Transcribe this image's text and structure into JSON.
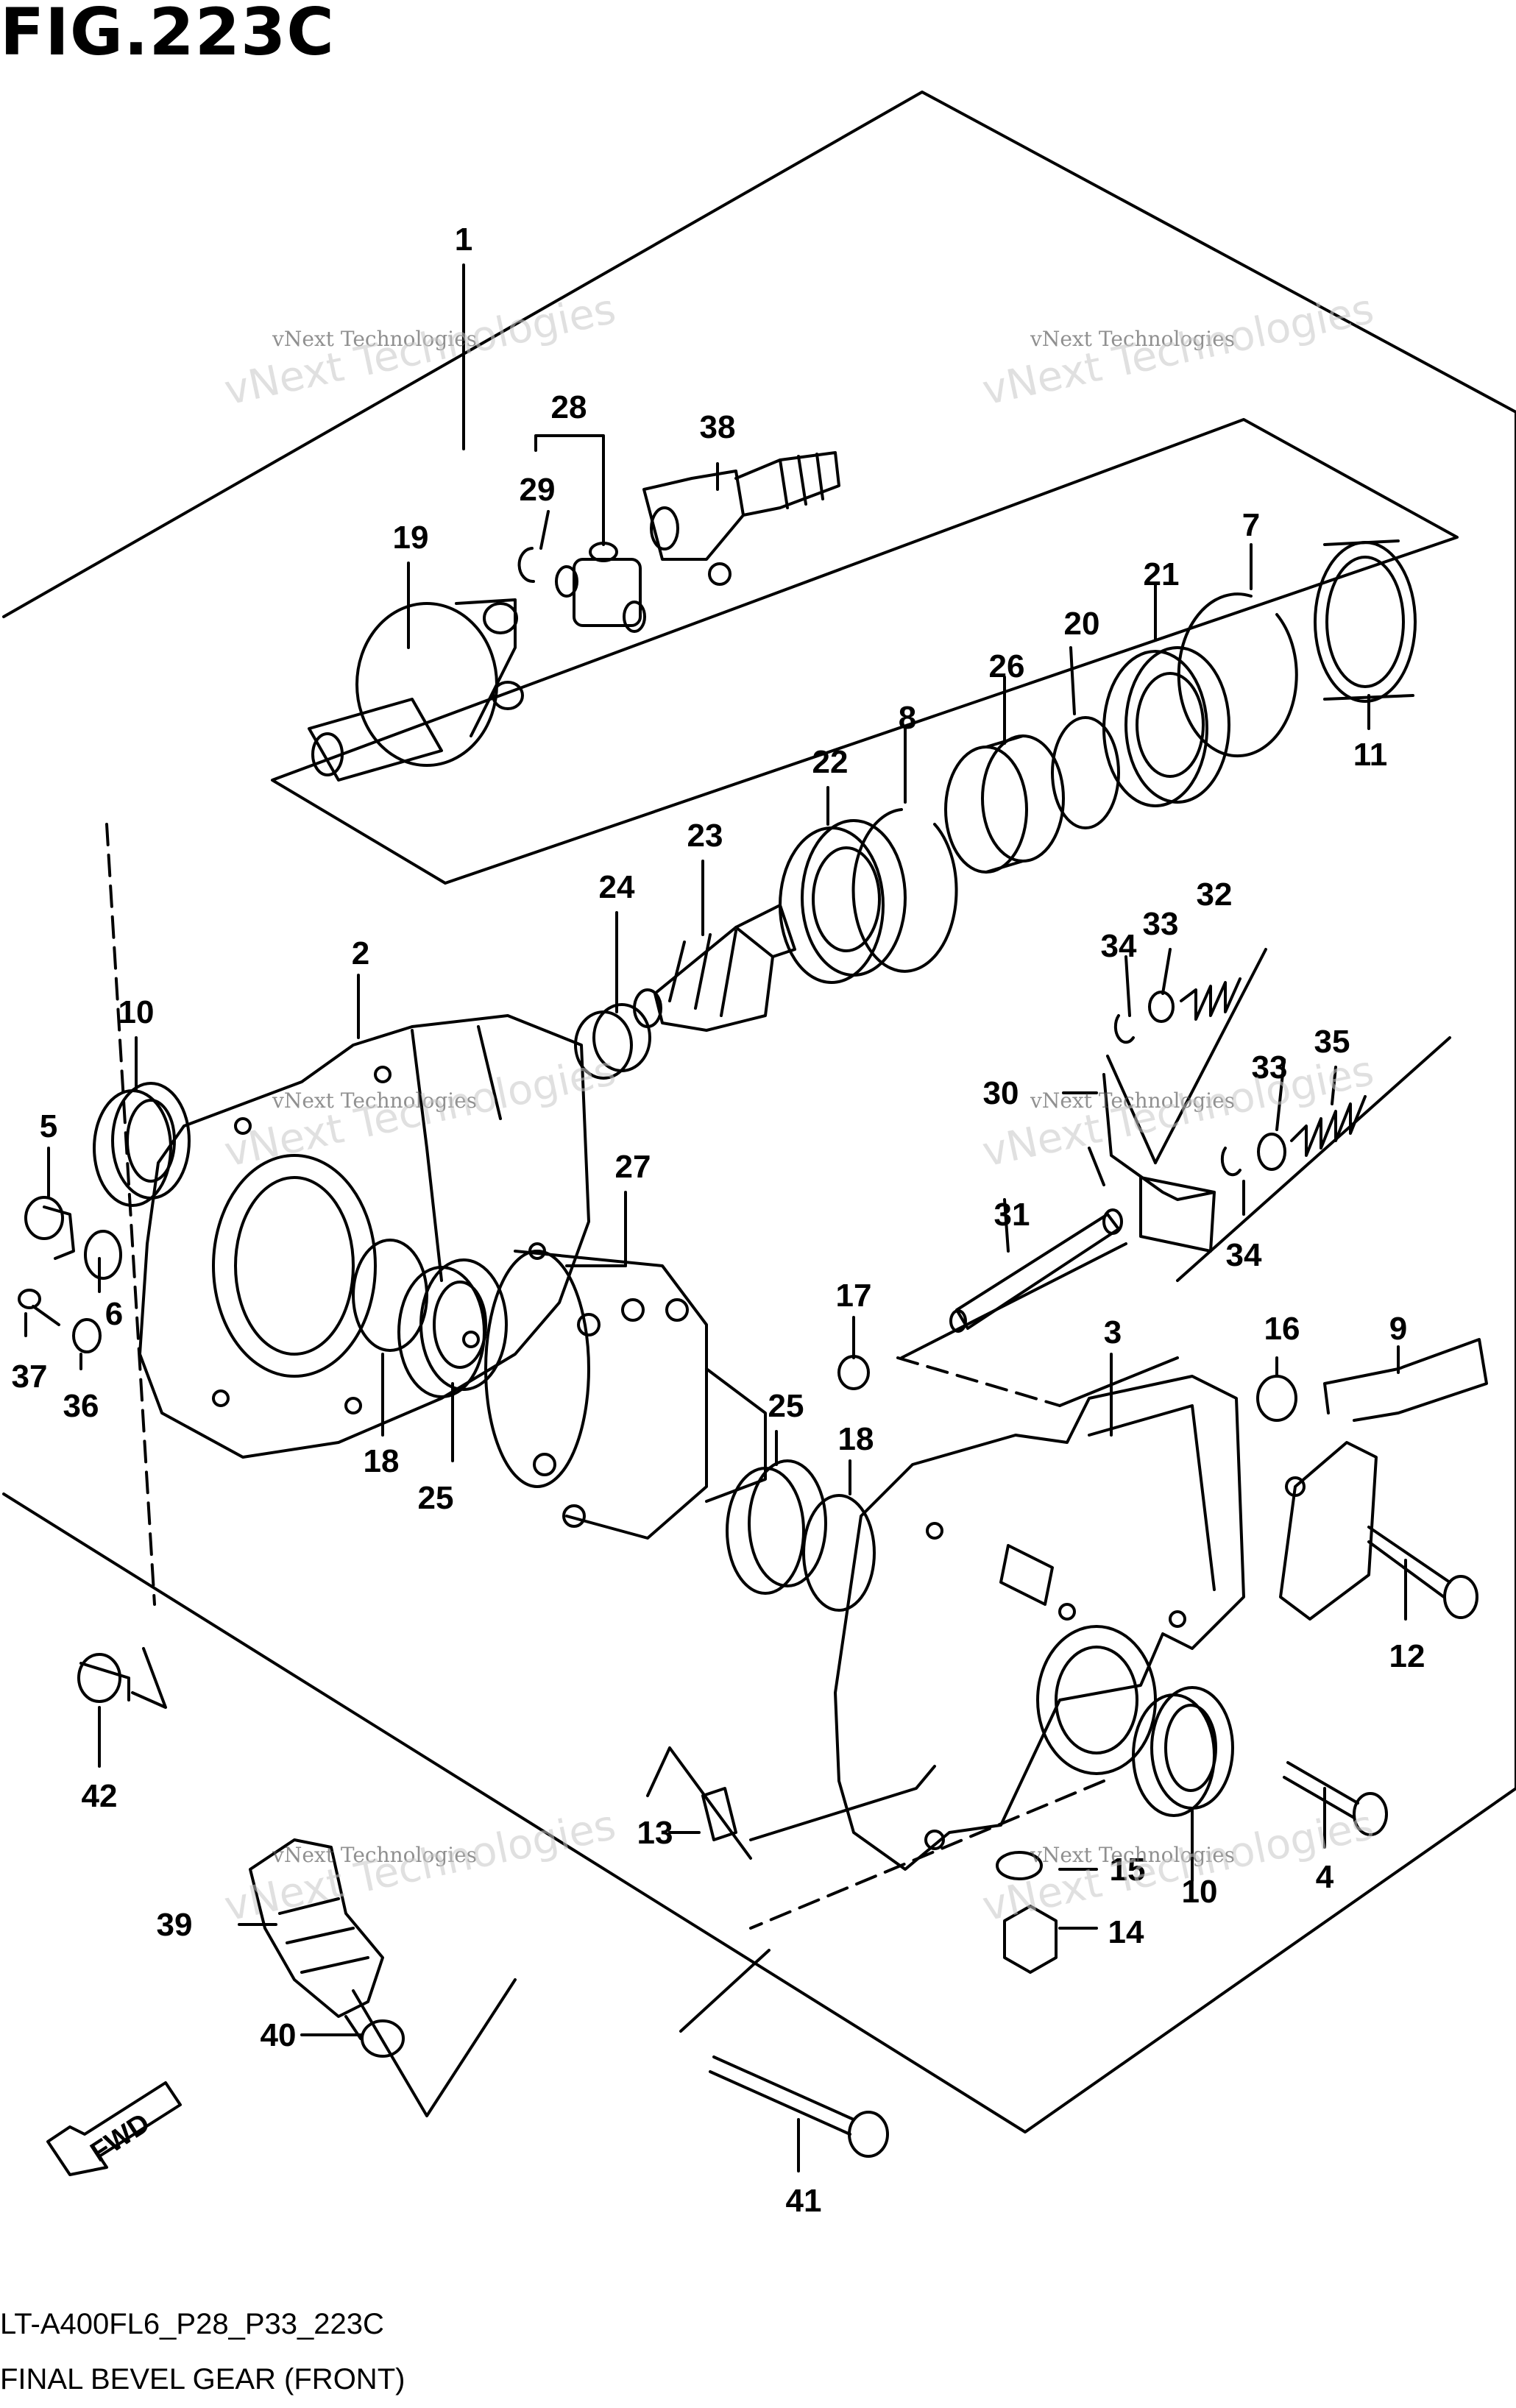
{
  "figure": {
    "title": "FIG.223C",
    "code": "LT-A400FL6_P28_P33_223C",
    "name": "FINAL BEVEL GEAR (FRONT)"
  },
  "fwd_label": "FWD",
  "watermark": {
    "small": "vNext Technologies",
    "big": "vNext Technologies"
  },
  "callouts": [
    {
      "id": "c1",
      "label": "1"
    },
    {
      "id": "c2",
      "label": "2"
    },
    {
      "id": "c3",
      "label": "3"
    },
    {
      "id": "c4",
      "label": "4"
    },
    {
      "id": "c5",
      "label": "5"
    },
    {
      "id": "c6",
      "label": "6"
    },
    {
      "id": "c7",
      "label": "7"
    },
    {
      "id": "c8",
      "label": "8"
    },
    {
      "id": "c9",
      "label": "9"
    },
    {
      "id": "c10a",
      "label": "10"
    },
    {
      "id": "c10b",
      "label": "10"
    },
    {
      "id": "c11",
      "label": "11"
    },
    {
      "id": "c12",
      "label": "12"
    },
    {
      "id": "c13",
      "label": "13"
    },
    {
      "id": "c14",
      "label": "14"
    },
    {
      "id": "c15",
      "label": "15"
    },
    {
      "id": "c16",
      "label": "16"
    },
    {
      "id": "c17",
      "label": "17"
    },
    {
      "id": "c18a",
      "label": "18"
    },
    {
      "id": "c18b",
      "label": "18"
    },
    {
      "id": "c19",
      "label": "19"
    },
    {
      "id": "c20",
      "label": "20"
    },
    {
      "id": "c21",
      "label": "21"
    },
    {
      "id": "c22",
      "label": "22"
    },
    {
      "id": "c23",
      "label": "23"
    },
    {
      "id": "c24",
      "label": "24"
    },
    {
      "id": "c25a",
      "label": "25"
    },
    {
      "id": "c25b",
      "label": "25"
    },
    {
      "id": "c26",
      "label": "26"
    },
    {
      "id": "c27",
      "label": "27"
    },
    {
      "id": "c28",
      "label": "28"
    },
    {
      "id": "c29",
      "label": "29"
    },
    {
      "id": "c30",
      "label": "30"
    },
    {
      "id": "c31",
      "label": "31"
    },
    {
      "id": "c32",
      "label": "32"
    },
    {
      "id": "c33a",
      "label": "33"
    },
    {
      "id": "c33b",
      "label": "33"
    },
    {
      "id": "c34a",
      "label": "34"
    },
    {
      "id": "c34b",
      "label": "34"
    },
    {
      "id": "c35",
      "label": "35"
    },
    {
      "id": "c36",
      "label": "36"
    },
    {
      "id": "c37",
      "label": "37"
    },
    {
      "id": "c38",
      "label": "38"
    },
    {
      "id": "c39",
      "label": "39"
    },
    {
      "id": "c40",
      "label": "40"
    },
    {
      "id": "c41",
      "label": "41"
    },
    {
      "id": "c42",
      "label": "42"
    }
  ]
}
